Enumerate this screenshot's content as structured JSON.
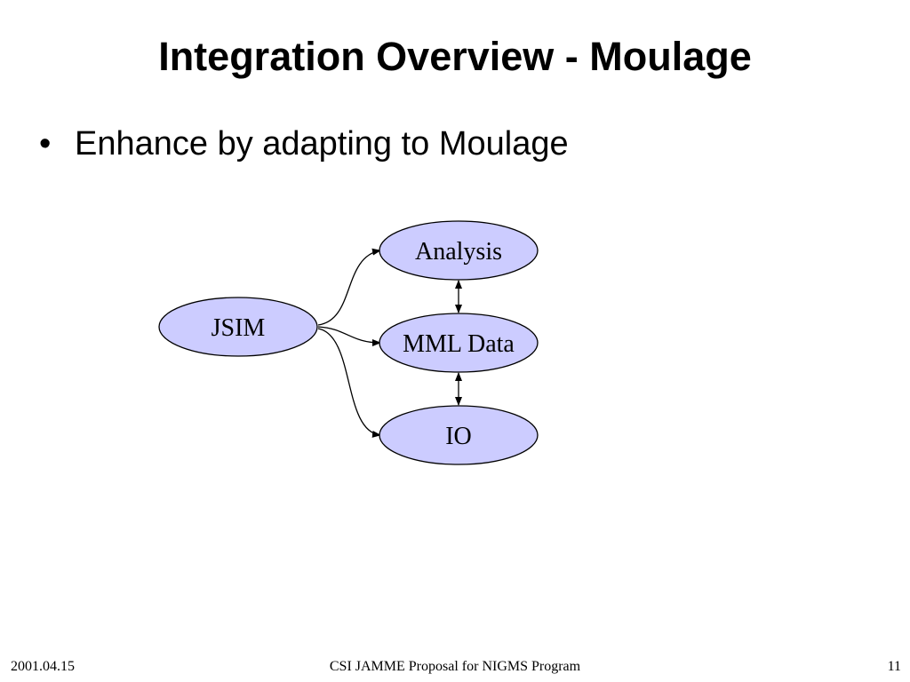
{
  "slide": {
    "title": "Integration Overview - Moulage",
    "bullets": [
      "Enhance by adapting to Moulage"
    ]
  },
  "diagram": {
    "nodes": {
      "jsim": "JSIM",
      "analysis": "Analysis",
      "mml_data": "MML Data",
      "io": "IO"
    },
    "edges": [
      {
        "from": "JSIM",
        "to": "Analysis",
        "direction": "forward"
      },
      {
        "from": "JSIM",
        "to": "MML Data",
        "direction": "forward"
      },
      {
        "from": "JSIM",
        "to": "IO",
        "direction": "forward"
      },
      {
        "from": "Analysis",
        "to": "MML Data",
        "direction": "both"
      },
      {
        "from": "MML Data",
        "to": "IO",
        "direction": "both"
      }
    ],
    "node_fill": "#ccccff",
    "node_stroke": "#000000"
  },
  "footer": {
    "date": "2001.04.15",
    "center_text": "CSI JAMME Proposal for NIGMS Program",
    "page_number": "11"
  }
}
